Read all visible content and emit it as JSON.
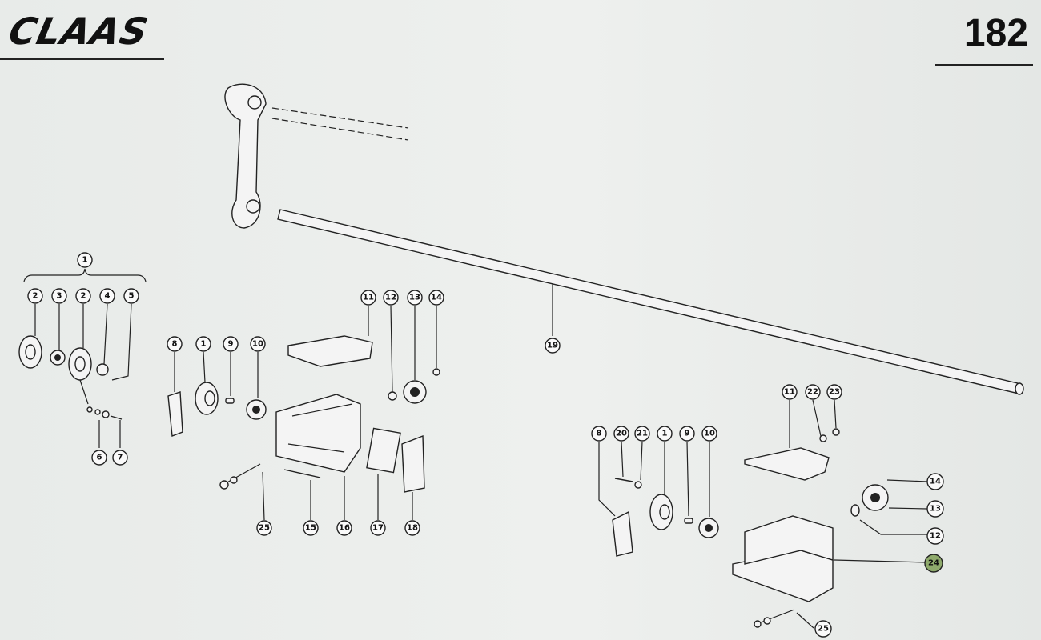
{
  "header": {
    "brand": "CLAAS",
    "page_number": "182"
  },
  "callouts": {
    "group_a": [
      "1",
      "2",
      "3",
      "2",
      "4",
      "5",
      "6",
      "7"
    ],
    "left_bracket": [
      "8",
      "1",
      "9",
      "10",
      "11",
      "12",
      "13",
      "14",
      "15",
      "16",
      "17",
      "18",
      "25",
      "19"
    ],
    "right_bracket": [
      "8",
      "20",
      "21",
      "1",
      "9",
      "10",
      "11",
      "22",
      "23",
      "14",
      "13",
      "12",
      "24",
      "25"
    ]
  },
  "colors": {
    "highlight": "#8faa6c",
    "ink": "#222222"
  }
}
